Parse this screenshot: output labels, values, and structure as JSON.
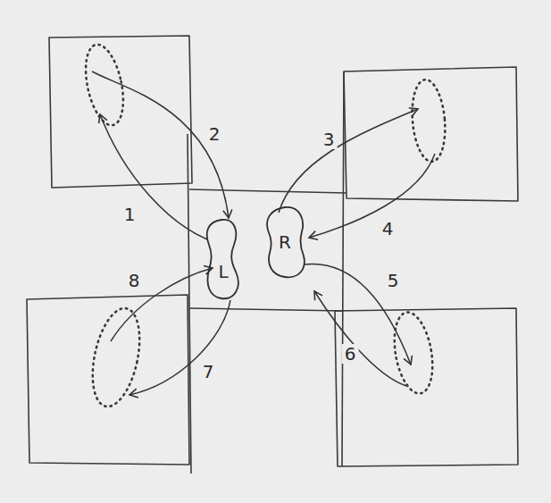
{
  "diagram": {
    "nodes": [
      {
        "text": [
          "L"
        ]
      },
      {
        "text": [
          "R"
        ]
      }
    ],
    "labels": [
      "1",
      "2",
      "3",
      "4",
      "5",
      "6",
      "7",
      "8"
    ]
  }
}
